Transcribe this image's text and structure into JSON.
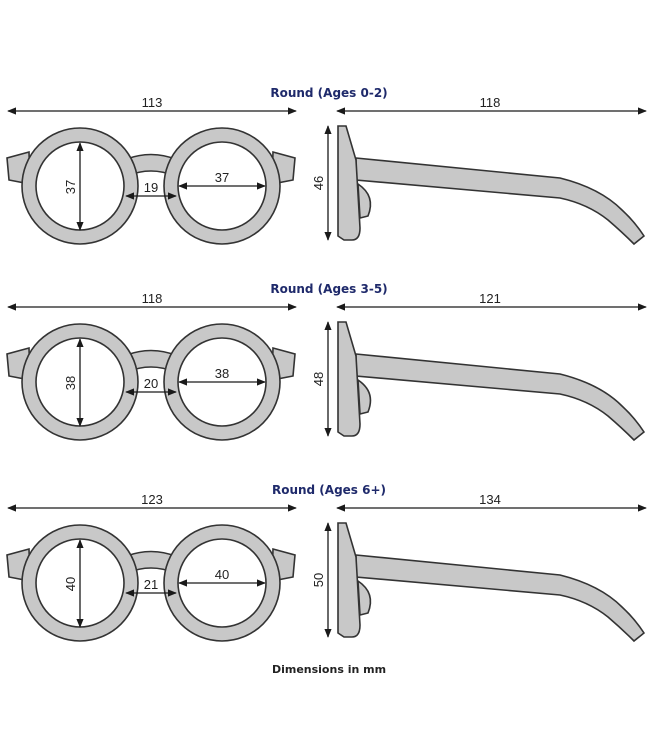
{
  "colors": {
    "title": "#1f2a6b",
    "frame_fill": "#c8c8c8",
    "frame_stroke": "#333333",
    "dimension_line": "#1a1a1a"
  },
  "sections": [
    {
      "title": "Round (Ages 0-2)",
      "front_width": "113",
      "lens_height": "37",
      "bridge": "19",
      "lens_width": "37",
      "temple_length": "118",
      "frame_height": "46"
    },
    {
      "title": "Round (Ages 3-5)",
      "front_width": "118",
      "lens_height": "38",
      "bridge": "20",
      "lens_width": "38",
      "temple_length": "121",
      "frame_height": "48"
    },
    {
      "title": "Round (Ages 6+)",
      "front_width": "123",
      "lens_height": "40",
      "bridge": "21",
      "lens_width": "40",
      "temple_length": "134",
      "frame_height": "50"
    }
  ],
  "footer": "Dimensions in mm"
}
